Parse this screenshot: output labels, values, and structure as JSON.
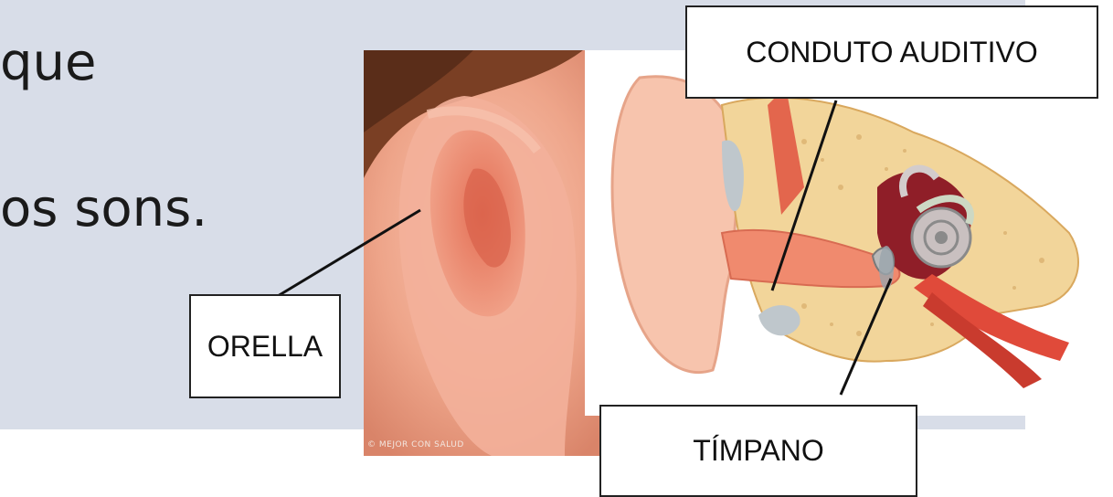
{
  "slide": {
    "line1": "que",
    "line2": "os sons."
  },
  "labels": {
    "orella": "ORELLA",
    "conduto": "CONDUTO AUDITIVO",
    "timpano": "TÍMPANO"
  },
  "image": {
    "watermark": "© MEJOR CON SALUD"
  },
  "colors": {
    "panel": "#d8dde8",
    "skin": "#f4b49c",
    "bone": "#f2d79a",
    "canal": "#f08a6e"
  }
}
